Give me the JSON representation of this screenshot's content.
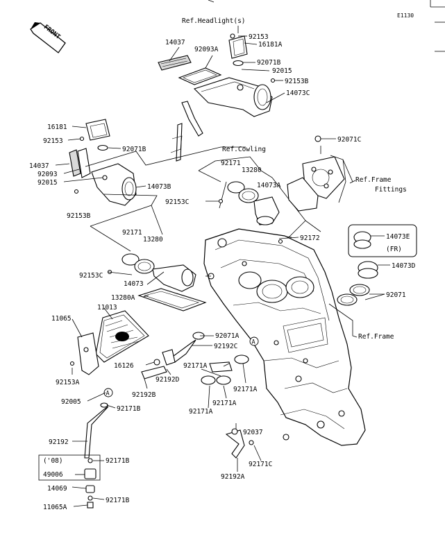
{
  "diagram_code": "E1130",
  "front_arrow": "FRONT",
  "callout_circle": "A",
  "refs": {
    "headlights": "Ref.Headlight(s)",
    "cowling": "Ref.Cowling",
    "frame_fittings_1": "Ref.Frame",
    "frame_fittings_2": "Fittings",
    "frame": "Ref.Frame"
  },
  "labels": {
    "p92153_top": "92153",
    "p16181A": "16181A",
    "p14037_top": "14037",
    "p92093A": "92093A",
    "p92071B_top": "92071B",
    "p92015_top": "92015",
    "p92153B_top": "92153B",
    "p14073C": "14073C",
    "p16181": "16181",
    "p92153_left": "92153",
    "p92071B_left": "92071B",
    "p14037_left": "14037",
    "p92093": "92093",
    "p92015_left": "92015",
    "p14073B": "14073B",
    "p92153B_left": "92153B",
    "p92071C": "92071C",
    "p92171_upper": "92171",
    "p13280_upper": "13280",
    "p14073A": "14073A",
    "p92153C_upper": "92153C",
    "p14073E": "14073E",
    "p14073E_fr": "(FR)",
    "p92171_lower": "92171",
    "p13280_lower": "13280",
    "p92172": "92172",
    "p14073D": "14073D",
    "p92153C_lower": "92153C",
    "p14073": "14073",
    "p92071": "92071",
    "p13280A": "13280A",
    "p11013": "11013",
    "p11065": "11065",
    "p92071A": "92071A",
    "p92192C": "92192C",
    "p16126": "16126",
    "p92171A_1": "92171A",
    "p92192D": "92192D",
    "p92171A_2": "92171A",
    "p92153A": "92153A",
    "p92192B": "92192B",
    "p92171A_3": "92171A",
    "p92171A_4": "92171A",
    "p92005": "92005",
    "p92171B_1": "92171B",
    "p92037": "92037",
    "p92192": "92192",
    "p08": "('08)",
    "p92171B_2": "92171B",
    "p92171C": "92171C",
    "p49006": "49006",
    "p92192A": "92192A",
    "p14069": "14069",
    "p92171B_3": "92171B",
    "p11065A": "11065A"
  }
}
